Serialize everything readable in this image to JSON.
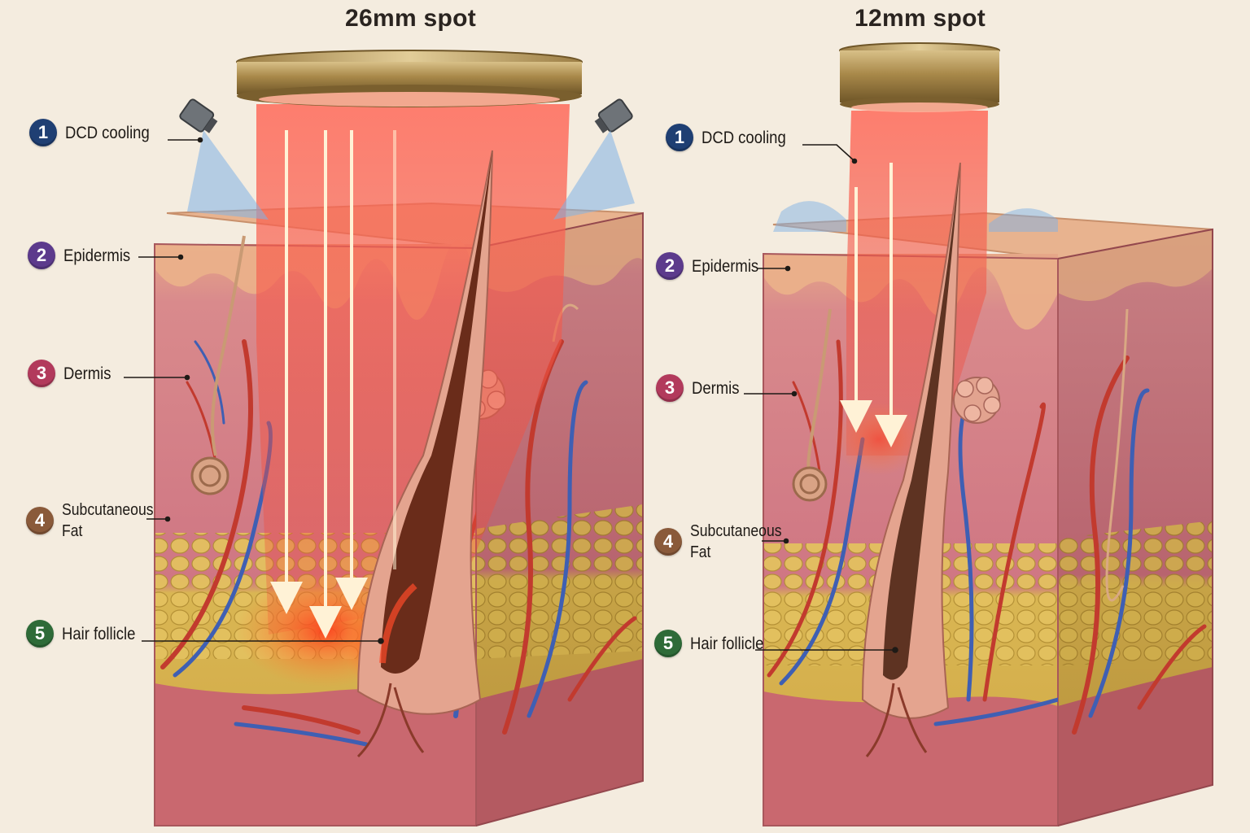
{
  "panels": [
    {
      "title": "26mm spot",
      "labels": [
        {
          "num": "1",
          "text": "DCD cooling",
          "color": "#1f3f73"
        },
        {
          "num": "2",
          "text": "Epidermis",
          "color": "#5c3a8c"
        },
        {
          "num": "3",
          "text": "Dermis",
          "color": "#b23a5c"
        },
        {
          "num": "4",
          "text": "Subcutaneous Fat",
          "color": "#8a5a3a"
        },
        {
          "num": "5",
          "text": "Hair follicle",
          "color": "#2e6b38"
        }
      ]
    },
    {
      "title": "12mm spot",
      "labels": [
        {
          "num": "1",
          "text": "DCD cooling",
          "color": "#1f3f73"
        },
        {
          "num": "2",
          "text": "Epidermis",
          "color": "#5c3a8c"
        },
        {
          "num": "3",
          "text": "Dermis",
          "color": "#b23a5c"
        },
        {
          "num": "4",
          "text": "Subcutaneous Fat",
          "color": "#8a5a3a"
        },
        {
          "num": "5",
          "text": "Hair follicle",
          "color": "#2e6b38"
        }
      ]
    }
  ],
  "icons": [
    "nozzle-icon",
    "arrow-down-icon"
  ],
  "colors": {
    "background": "#f4ecdf",
    "laser": "#f0504a",
    "epidermis": "#e7b48f",
    "dermis": "#d8808a",
    "fat": "#d9b54f",
    "artery": "#c23a2e",
    "vein": "#3f5fb3",
    "hair": "#5a2a18",
    "brass": "#b79a5c"
  }
}
